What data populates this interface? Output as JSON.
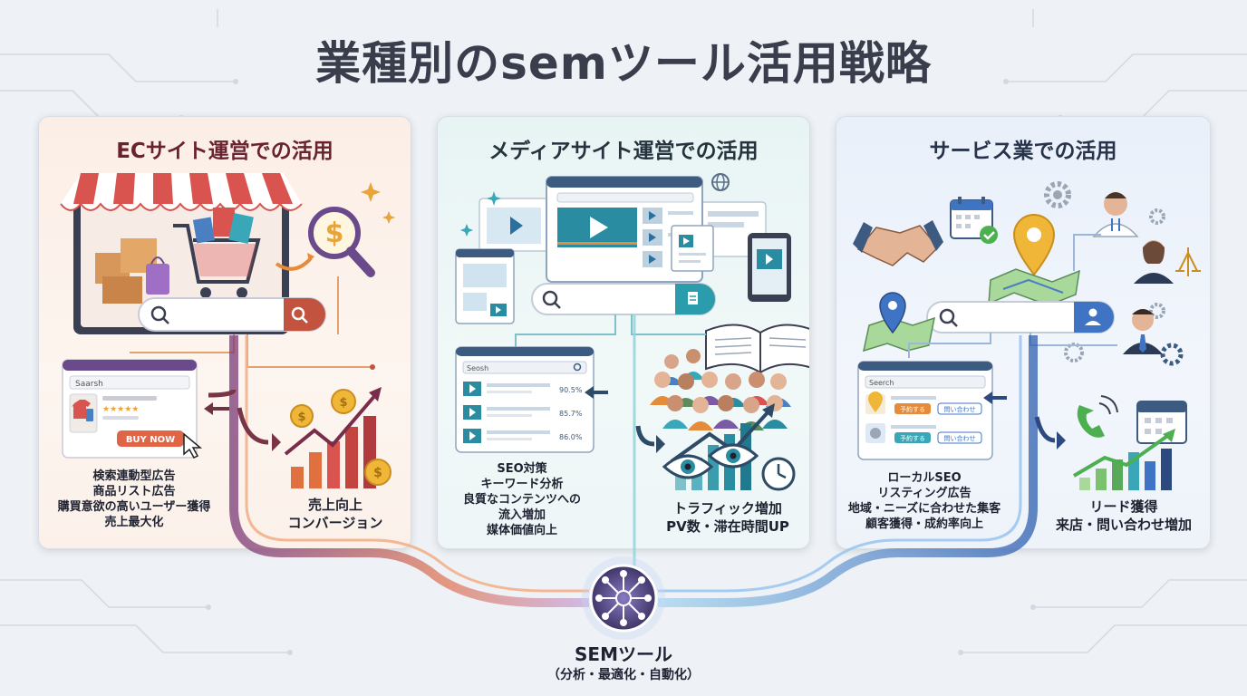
{
  "title": "業種別のsemツール活用戦略",
  "panels": {
    "ec": {
      "title": "ECサイト運営での活用",
      "mock_search": "Saarsh",
      "buy_button": "BUY NOW",
      "stars": "★★★★★",
      "features": [
        "検索連動型広告",
        "商品リスト広告",
        "購買意欲の高いユーザー獲得",
        "売上最大化"
      ],
      "results": [
        "売上向上",
        "コンバージョン"
      ]
    },
    "media": {
      "title": "メディアサイト運営での活用",
      "mock_search": "Seosh",
      "rows": [
        "90.5%",
        "85.7%",
        "86.0%"
      ],
      "features": [
        "SEO対策",
        "キーワード分析",
        "良質なコンテンツへの",
        "流入増加",
        "媒体価値向上"
      ],
      "results": [
        "トラフィック増加",
        "PV数・滞在時間UP"
      ]
    },
    "service": {
      "title": "サービス業での活用",
      "mock_search": "Seerch",
      "buttons": [
        "予約する",
        "問い合わせ"
      ],
      "features": [
        "ローカルSEO",
        "リスティング広告",
        "地域・ニーズに合わせた集客",
        "顧客獲得・成約率向上"
      ],
      "results": [
        "リード獲得",
        "来店・問い合わせ増加"
      ]
    }
  },
  "hub": {
    "label": "SEMツール",
    "sub": "（分析・最適化・自動化）"
  },
  "colors": {
    "ec_accent": "#c2533f",
    "media_accent": "#2a9cab",
    "service_accent": "#3f73c4",
    "hub_core": "#5b4a8a"
  },
  "icons": {
    "ec": [
      "storefront-icon",
      "shopping-cart-icon",
      "dollar-magnifier-icon",
      "coin-icon",
      "growth-chart-icon"
    ],
    "media": [
      "video-player-icon",
      "globe-icon",
      "document-icon",
      "tablet-icon",
      "open-book-icon",
      "audience-icon",
      "eye-icon",
      "clock-icon"
    ],
    "service": [
      "handshake-icon",
      "calendar-icon",
      "map-pin-icon",
      "map-icon",
      "doctor-icon",
      "lawyer-icon",
      "businessman-icon",
      "gear-icon",
      "phone-icon"
    ]
  }
}
